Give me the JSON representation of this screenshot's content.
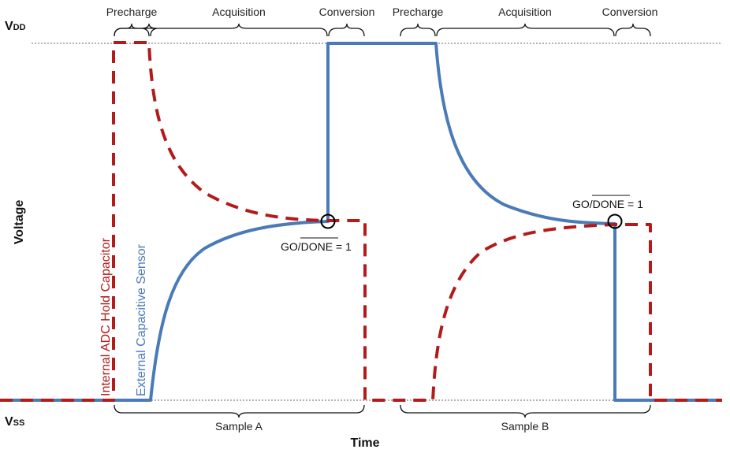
{
  "diagram": {
    "rails": {
      "vdd": {
        "main": "V",
        "sub": "DD"
      },
      "vss": {
        "main": "V",
        "sub": "SS"
      }
    },
    "axes": {
      "y_label": "Voltage",
      "x_label": "Time"
    },
    "phases": [
      "Precharge",
      "Acquisition",
      "Conversion",
      "Precharge",
      "Acquisition",
      "Conversion"
    ],
    "samples": [
      "Sample A",
      "Sample B"
    ],
    "signals": {
      "internal": {
        "label": "Internal ADC Hold Capacitor",
        "color": "#b31b1b"
      },
      "external": {
        "label": "External Capacitive Sensor",
        "color": "#4a7bb7"
      }
    },
    "go_done": {
      "prefix": "GO/",
      "overbar": "DONE",
      "suffix": " = 1"
    }
  }
}
